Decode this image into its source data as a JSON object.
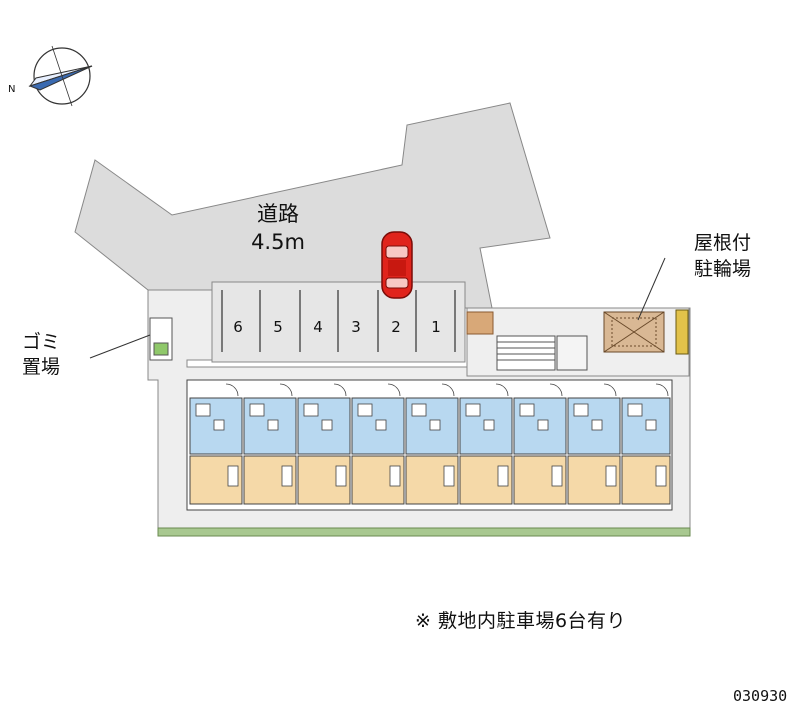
{
  "road": {
    "name": "道路",
    "width": "4.5m"
  },
  "garbage": {
    "line1": "ゴミ",
    "line2": "置場"
  },
  "bike_parking": {
    "line1": "屋根付",
    "line2": "駐輪場"
  },
  "parking": {
    "slots": [
      "6",
      "5",
      "4",
      "3",
      "2",
      "1"
    ]
  },
  "compass": {
    "label": "N"
  },
  "note": "※ 敷地内駐車場6台有り",
  "code": "030930",
  "colors": {
    "road": "#dcdcdc",
    "building_blue": "#b8d8f0",
    "room_beige": "#f5d9a8",
    "car": "#e0241c",
    "hedge": "#a8c890"
  }
}
